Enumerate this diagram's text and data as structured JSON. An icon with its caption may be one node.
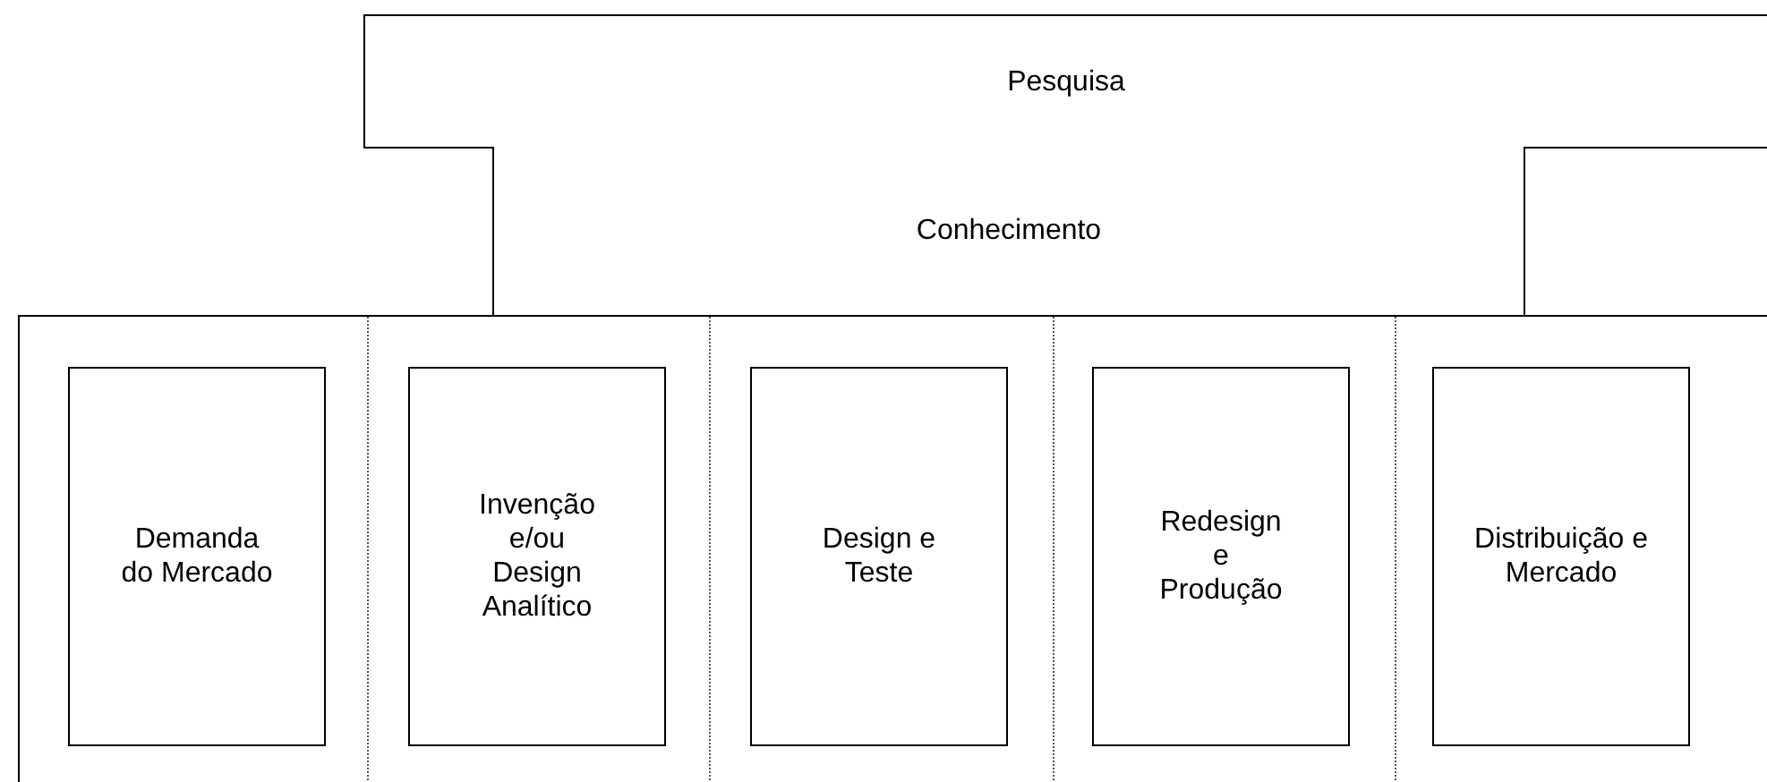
{
  "diagram": {
    "nodes": [
      {
        "text": [
          "Pesquisa"
        ]
      },
      {
        "text": [
          "Conhecimento"
        ]
      },
      {
        "text": [],
        "shape": "box"
      },
      {
        "text": [
          "Demanda do Mercado"
        ],
        "in": 2
      },
      {
        "text": [
          "Invenção e/ou Design Analítico"
        ],
        "in": 2
      },
      {
        "text": [
          "Design e Teste"
        ],
        "in": 2
      },
      {
        "text": [
          "Redesign e Produção"
        ],
        "in": 2
      },
      {
        "text": [
          "Distribuição e Mercado"
        ],
        "in": 2
      }
    ]
  }
}
